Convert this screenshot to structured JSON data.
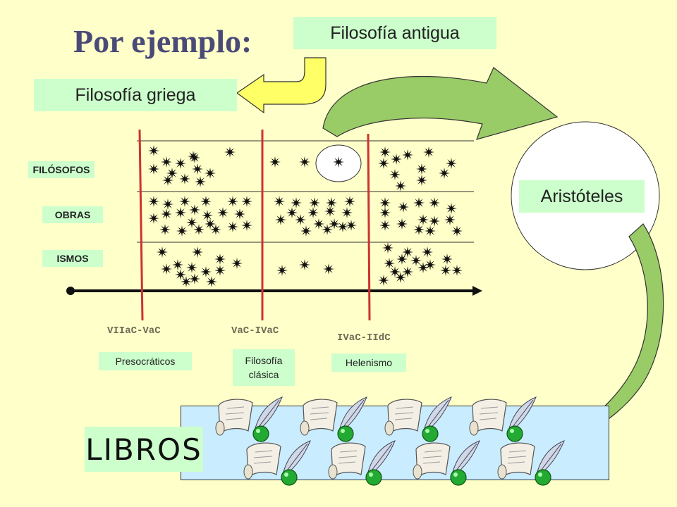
{
  "title": "Por ejemplo:",
  "boxes": {
    "antigua": "Filosofía antigua",
    "griega": "Filosofía griega",
    "aristoteles": "Aristóteles"
  },
  "rows": {
    "filosofos": "FILÓSOFOS",
    "obras": "OBRAS",
    "ismos": "ISMOS"
  },
  "eras": [
    "VIIaC-VaC",
    "VaC-IVaC",
    "IVaC-IIdC"
  ],
  "periods": {
    "p1": "Presocráticos",
    "p2_line1": "Filosofía",
    "p2_line2": "clásica",
    "p3": "Helenismo"
  },
  "libros": "LIBROS",
  "colors": {
    "background": "#ffffc9",
    "label_box": "#ccffcc",
    "divider_lines": "#cc3333",
    "arrow_fill": "#99cc66",
    "libros_panel": "#c9ecff",
    "title": "#4a4a78"
  },
  "icons": [
    "star-burst-icon",
    "scroll-quill-icon",
    "curved-arrow-icon"
  ]
}
